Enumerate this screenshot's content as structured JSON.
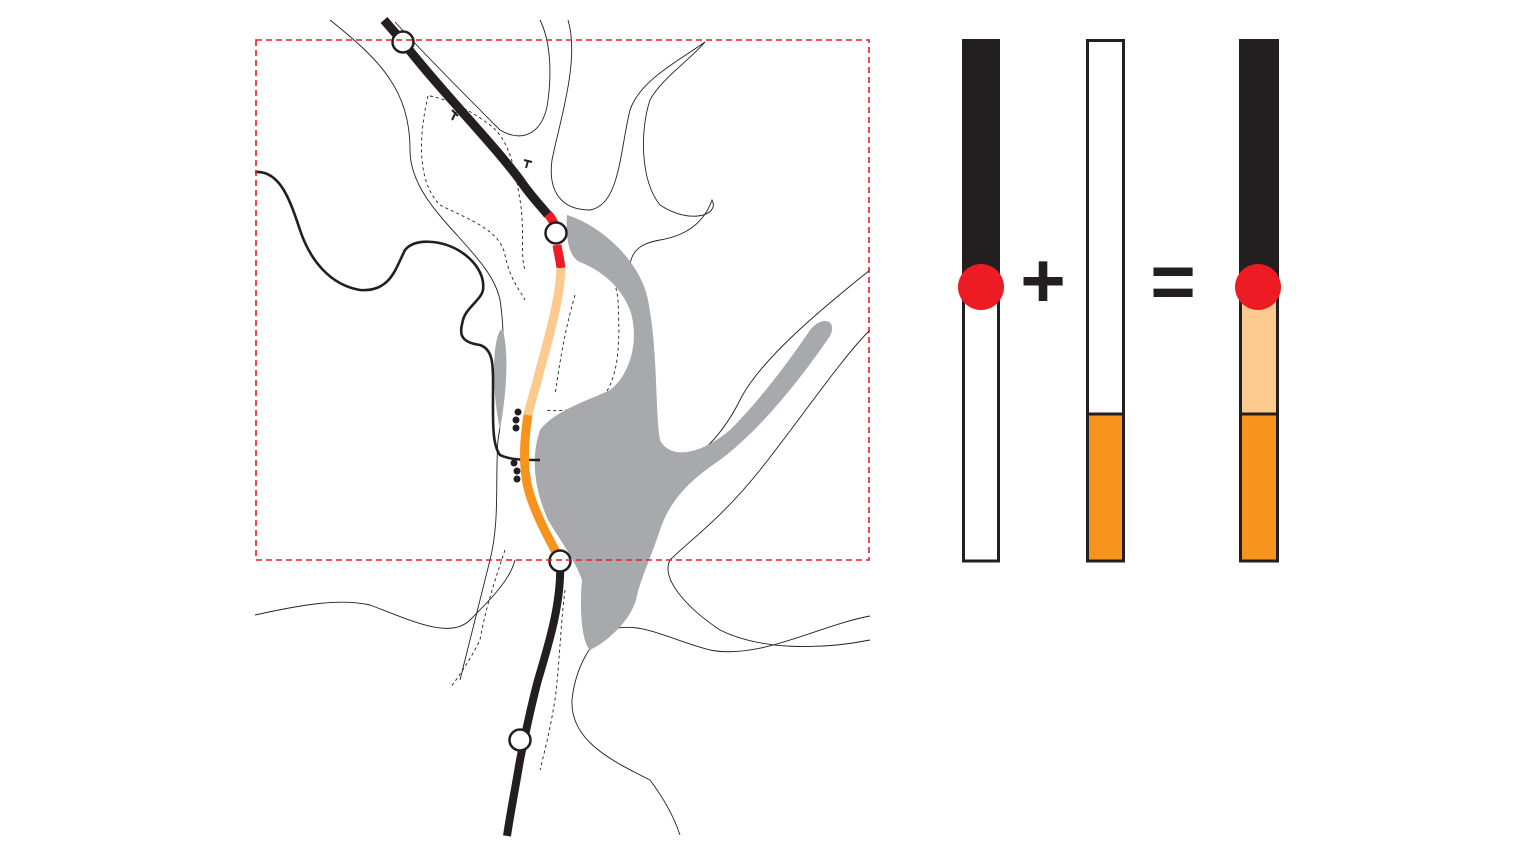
{
  "colors": {
    "background": "#ffffff",
    "line_black": "#231f20",
    "danger_red": "#ed1c24",
    "light_orange": "#fcc98e",
    "orange": "#f7941d",
    "water_gray": "#a7a9ac",
    "frame_red": "#ed1c24",
    "node_fill": "#ffffff"
  },
  "map": {
    "features": [
      "contour-lines",
      "river",
      "water-body",
      "rail-line",
      "stations",
      "bridge-markers",
      "area-frame"
    ]
  },
  "legend": {
    "operator_plus": "+",
    "operator_equals": "=",
    "bar_a": {
      "top_segment": "black",
      "marker": "red-circle",
      "bottom_segment": "white"
    },
    "bar_b": {
      "top_segment": "white",
      "bottom_segment": "orange",
      "orange_fraction": 0.28
    },
    "bar_c": {
      "top_segment": "black",
      "marker": "red-circle",
      "middle_segment": "light-orange",
      "bottom_segment": "orange"
    }
  }
}
